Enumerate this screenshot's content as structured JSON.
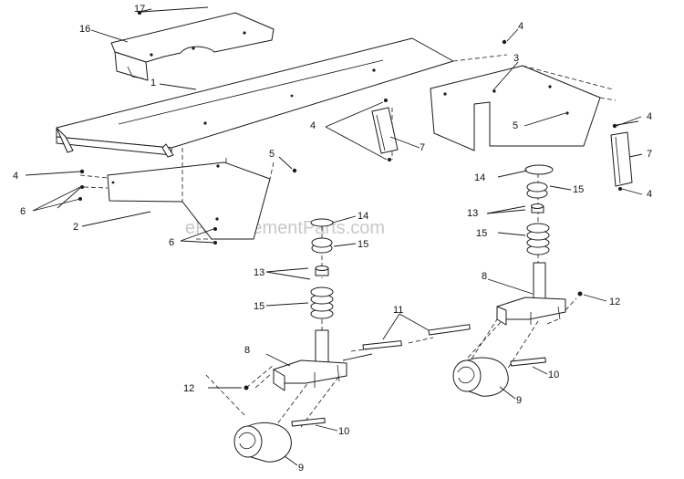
{
  "watermark": "eReplacementParts.com",
  "callouts": {
    "c1": "1",
    "c2": "2",
    "c3": "3",
    "c4a": "4",
    "c4b": "4",
    "c4c": "4",
    "c4d": "4",
    "c4e": "4",
    "c5a": "5",
    "c5b": "5",
    "c6a": "6",
    "c6b": "6",
    "c7a": "7",
    "c7b": "7",
    "c8a": "8",
    "c8b": "8",
    "c9a": "9",
    "c9b": "9",
    "c10a": "10",
    "c10b": "10",
    "c11": "11",
    "c12a": "12",
    "c12b": "12",
    "c13a": "13",
    "c13b": "13",
    "c14a": "14",
    "c14b": "14",
    "c15a": "15",
    "c15b": "15",
    "c15c": "15",
    "c15d": "15",
    "c16": "16",
    "c17": "17"
  }
}
